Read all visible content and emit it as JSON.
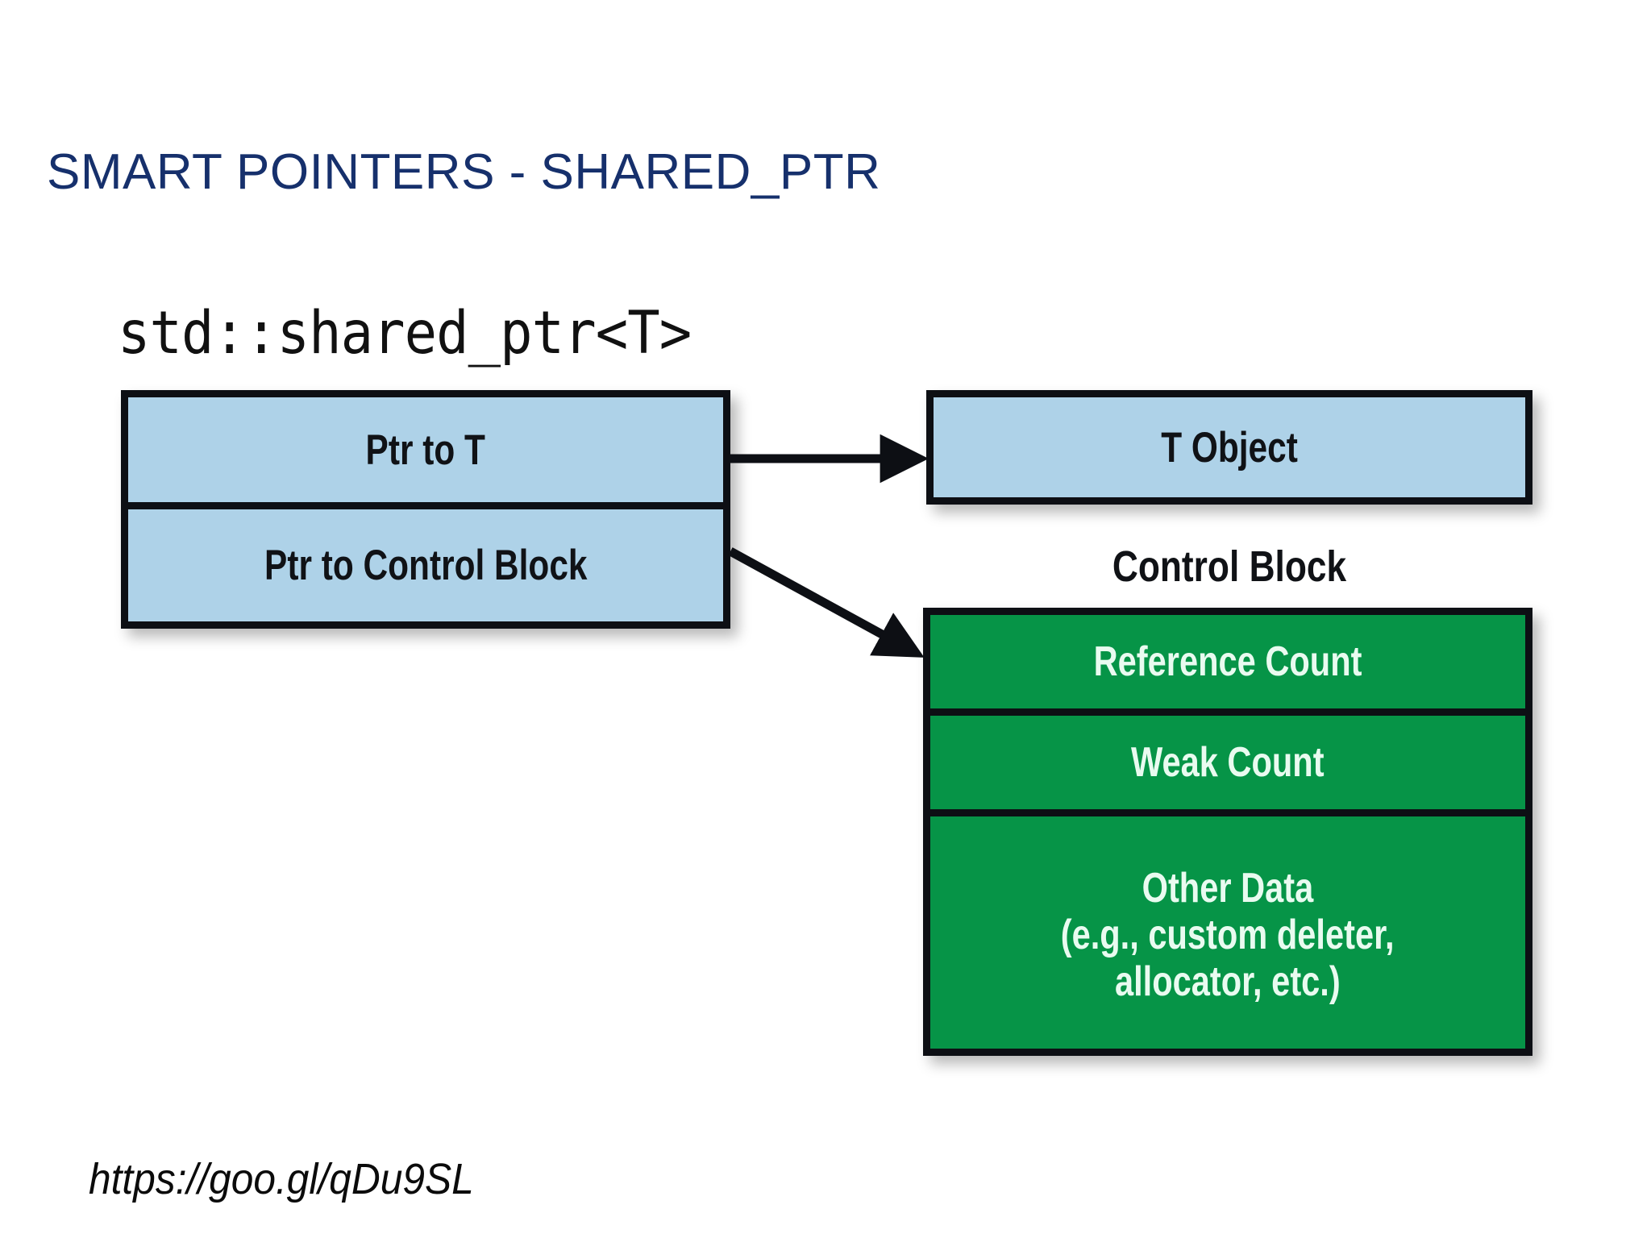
{
  "slide": {
    "title": "SMART POINTERS - SHARED_PTR",
    "background_color": "#ffffff",
    "title_color": "#16306c"
  },
  "diagram": {
    "code_caption": "std::shared_ptr<T>",
    "colors": {
      "blue_fill": "#aed2e8",
      "green_fill": "#069447",
      "border": "#0d0f14",
      "dark_text": "#101216",
      "light_text": "#e9fbf0"
    },
    "shared_ptr_box": {
      "rows": [
        {
          "label": "Ptr to T"
        },
        {
          "label": "Ptr to Control Block"
        }
      ]
    },
    "t_object_box": {
      "label": "T Object"
    },
    "control_block_caption": "Control Block",
    "control_block_box": {
      "rows": [
        {
          "label": "Reference Count"
        },
        {
          "label": "Weak Count"
        },
        {
          "label": "Other Data",
          "line1": "Other Data",
          "line2": "(e.g., custom deleter,",
          "line3": "allocator, etc.)"
        }
      ]
    },
    "arrows": [
      {
        "name": "ptr-to-t-arrow",
        "from": "Ptr to T",
        "to": "T Object"
      },
      {
        "name": "ptr-to-control-block-arrow",
        "from": "Ptr to Control Block",
        "to": "Reference Count"
      }
    ]
  },
  "footer": {
    "source_link": "https://goo.gl/qDu9SL"
  }
}
